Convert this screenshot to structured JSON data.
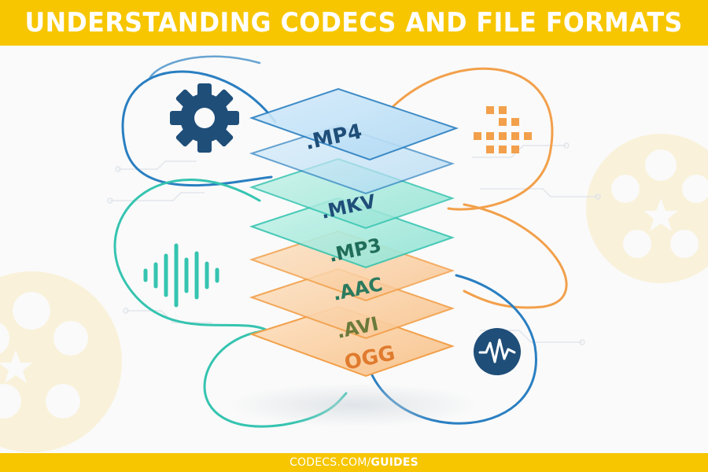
{
  "title": "UNDERSTANDING CODECS AND FILE FORMATS",
  "footer": {
    "prefix": "CODECS.COM/",
    "suffix": "GUIDES"
  },
  "layers": [
    {
      "label": ".MP4",
      "color": "#1f4e79"
    },
    {
      "label": ".MKV",
      "color": "#1f4e79"
    },
    {
      "label": ".MP3",
      "color": "#1f6d5a"
    },
    {
      "label": ".AAC",
      "color": "#2b7a5e"
    },
    {
      "label": ".AVI",
      "color": "#6b7a3a"
    },
    {
      "label": "OGG",
      "color": "#e07b2e"
    }
  ],
  "icons": {
    "gear": "gear-icon",
    "pixels": "pixel-grid-icon",
    "sound": "sound-wave-icon",
    "waveform": "waveform-circle-icon",
    "film": "film-reel-icon"
  },
  "colors": {
    "band": "#f7c600",
    "blue": "#2a7fc1",
    "teal": "#35c4b0",
    "orange": "#f2a04b",
    "navy": "#1f4e79"
  }
}
